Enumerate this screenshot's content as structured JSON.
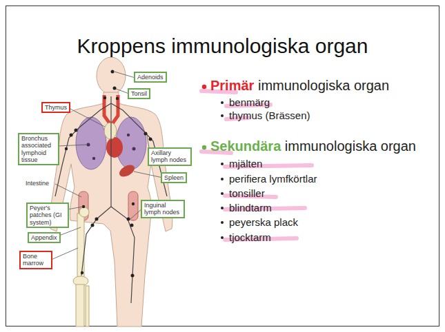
{
  "diagram": {
    "title": "Kroppens immunologiska organ",
    "nodes": [
      {
        "text": [
          "Adenoids"
        ]
      },
      {
        "text": [
          "Tonsil"
        ]
      },
      {
        "text": [
          "Thymus"
        ]
      },
      {
        "text": [
          "Bronchus associated lymphoid tissue"
        ]
      },
      {
        "text": [
          "Axillary lymph nodes"
        ]
      },
      {
        "text": [
          "Spleen"
        ]
      },
      {
        "text": [
          "Peyer's patches (GI system)"
        ]
      },
      {
        "text": [
          "Inguinal lymph nodes"
        ]
      },
      {
        "text": [
          "Appendix"
        ]
      },
      {
        "text": [
          "Bone marrow"
        ]
      }
    ],
    "labels": [
      "Intestine",
      "Primär",
      "immunologiska organ",
      "benmärg",
      "thymus (Brässen)",
      "Sekundära",
      "immunologiska organ",
      "mjälten",
      "perifiera lymfkörtlar",
      "tonsiller",
      "blindtarm",
      "peyerska plack",
      "tjocktarm"
    ]
  }
}
